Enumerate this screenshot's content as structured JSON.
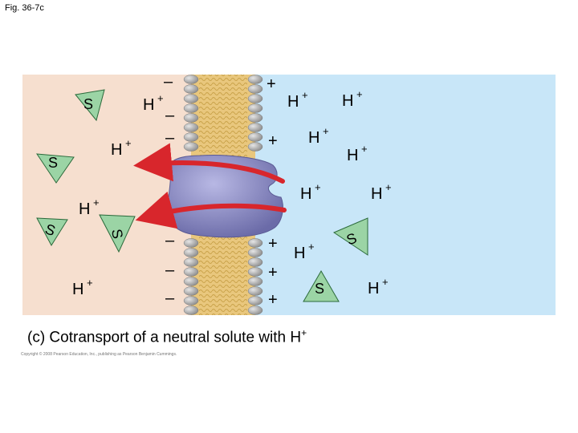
{
  "figure_label": "Fig. 36-7c",
  "caption": {
    "text": "(c) Cotransport of a neutral solute with H",
    "superscript": "+"
  },
  "copyright": "Copyright © 2008 Pearson Education, Inc., publishing as Pearson Benjamin Cummings.",
  "labels": {
    "solute": "S",
    "proton": "H",
    "proton_charge": "+",
    "minus": "–",
    "plus": "+"
  },
  "colors": {
    "outside_bg": "#f6dfcf",
    "inside_bg": "#c8e6f8",
    "membrane_core": "#e9c77d",
    "phospholipid_head": "#b9b9b9",
    "transport_protein": "#8f8fc4",
    "arrow": "#d8262c",
    "solute_triangle": "#9bd4a5"
  }
}
